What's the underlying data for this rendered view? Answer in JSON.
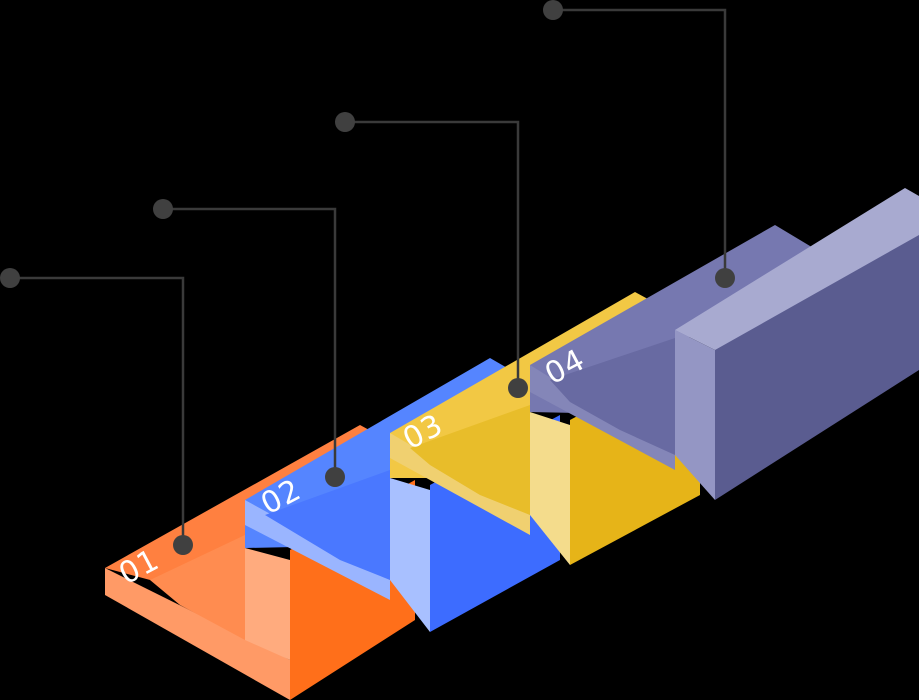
{
  "steps": [
    {
      "number": "01",
      "color": "#ff7a2f"
    },
    {
      "number": "02",
      "color": "#4d7dff"
    },
    {
      "number": "03",
      "color": "#f0c030"
    },
    {
      "number": "04",
      "color": "#6c6fa8"
    }
  ],
  "background": "#000000",
  "leader_line_color": "#3a3a3a"
}
